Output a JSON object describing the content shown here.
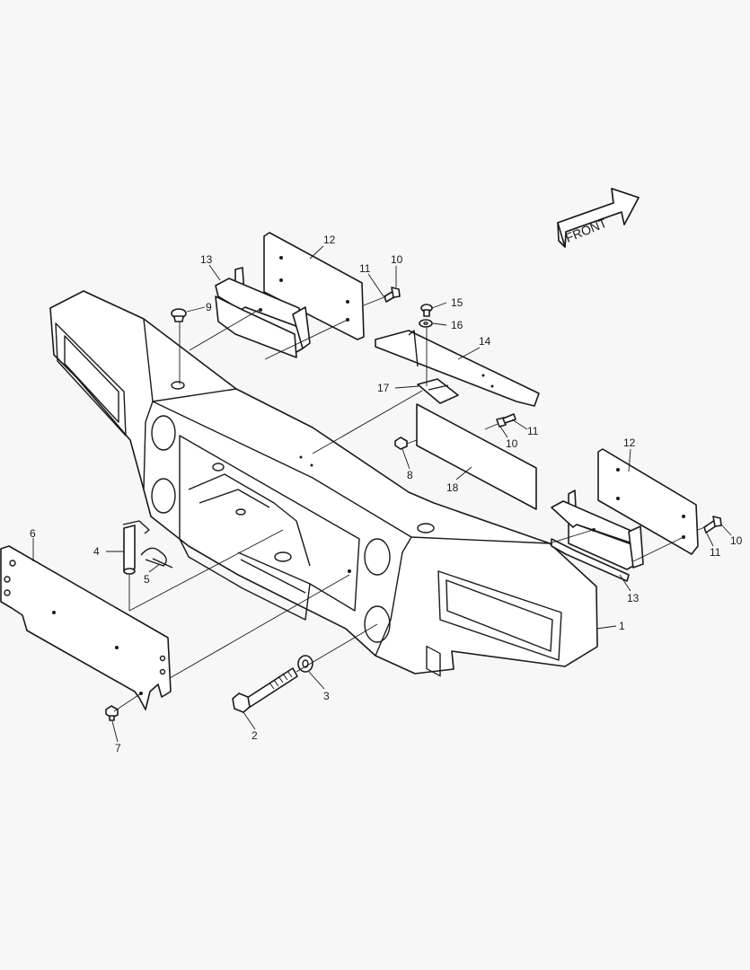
{
  "front_arrow": {
    "label": "FRONT"
  },
  "callouts": [
    "1",
    "2",
    "3",
    "4",
    "5",
    "6",
    "7",
    "8",
    "9",
    "10",
    "10",
    "10",
    "11",
    "11",
    "11",
    "12",
    "12",
    "13",
    "13",
    "14",
    "15",
    "16",
    "17",
    "18"
  ]
}
